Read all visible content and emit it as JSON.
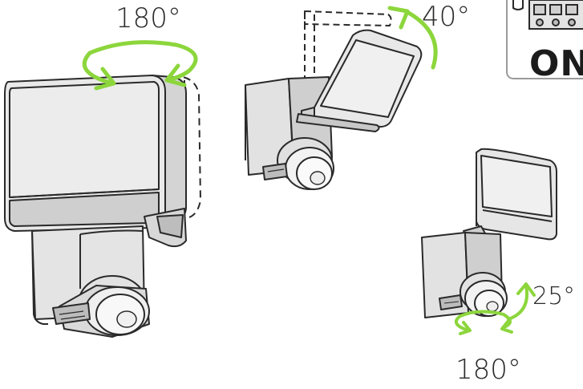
{
  "labels": {
    "rotate_top": "180°",
    "tilt_head": "40°",
    "tilt_sensor": "25°",
    "rotate_bottom": "180°",
    "switch_state": "ON"
  },
  "colors": {
    "arrow": "#8cd63c",
    "outline": "#2a2a2a",
    "body": "#dedede",
    "lens": "#f5f5f5"
  },
  "icons": {
    "rotate": "curved-double-arrow-icon",
    "tilt": "curved-arrow-icon"
  }
}
